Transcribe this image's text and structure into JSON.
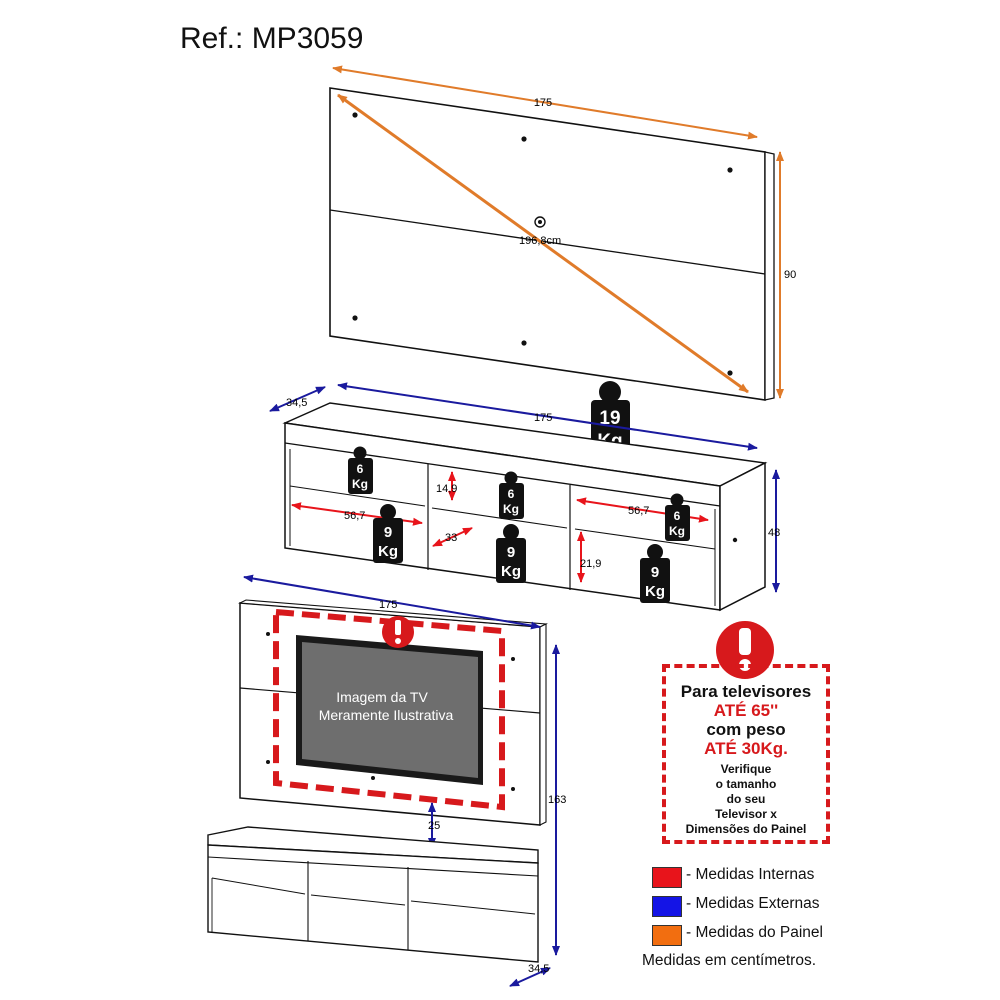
{
  "reference": "Ref.: MP3059",
  "panel_top": {
    "width_label": "175",
    "height_label": "90",
    "diagonal_label": "196,8cm",
    "weight_value": "19",
    "weight_unit": "Kg"
  },
  "rack": {
    "depth_label": "34,5",
    "width_label": "175",
    "height_label": "48",
    "shelf_depth_label": "14,9",
    "left_width_label": "56,7",
    "right_width_label": "56,7",
    "middle_gap_label": "33",
    "right_lower_label": "21,9",
    "weights": [
      {
        "value": "6",
        "unit": "Kg"
      },
      {
        "value": "9",
        "unit": "Kg"
      },
      {
        "value": "6",
        "unit": "Kg"
      },
      {
        "value": "9",
        "unit": "Kg"
      },
      {
        "value": "6",
        "unit": "Kg"
      },
      {
        "value": "9",
        "unit": "Kg"
      }
    ]
  },
  "assembly": {
    "width_label": "175",
    "height_label": "163",
    "gap_label": "25",
    "depth_label": "34,5",
    "tv_caption_line1": "Imagem da TV",
    "tv_caption_line2": "Meramente Ilustrativa"
  },
  "warning": {
    "line1": "Para televisores",
    "line2": "ATÉ 65''",
    "line3": "com peso",
    "line4": "ATÉ 30Kg.",
    "line5": "Verifique",
    "line6": "o tamanho",
    "line7": "do seu",
    "line8": "Televisor x",
    "line9": "Dimensões do Painel"
  },
  "legend": [
    {
      "label": "- Medidas Internas",
      "color": "#e8141b"
    },
    {
      "label": "- Medidas Externas",
      "color": "#1414e6"
    },
    {
      "label": "- Medidas do Painel",
      "color": "#f26e10"
    }
  ],
  "note": "Medidas em centímetros.",
  "colors": {
    "internal": "#e8141b",
    "external": "#1a1a9e",
    "panel": "#e07b2a",
    "warning": "#d7191c"
  }
}
